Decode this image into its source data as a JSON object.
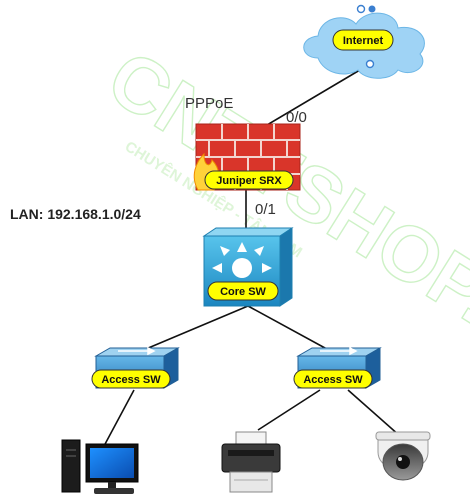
{
  "watermark": {
    "main": "CNTTSHOP.vn",
    "tagline": "CHUYÊN NGHIỆP - TẬN TÂM"
  },
  "nodes": {
    "internet": "Internet",
    "firewall": "Juniper SRX",
    "core_switch": "Core SW",
    "access_switch_left": "Access SW",
    "access_switch_right": "Access SW"
  },
  "labels": {
    "wan_protocol": "PPPoE",
    "wan_port": "0/0",
    "lan_port": "0/1",
    "lan_subnet": "LAN: 192.168.1.0/24"
  },
  "colors": {
    "pill_fill": "#ffff00",
    "cloud": "#9fd3f5",
    "brick": "#d9352a",
    "core_switch": "#2aa6d8",
    "access_switch": "#2f88c8",
    "link": "#111111"
  }
}
